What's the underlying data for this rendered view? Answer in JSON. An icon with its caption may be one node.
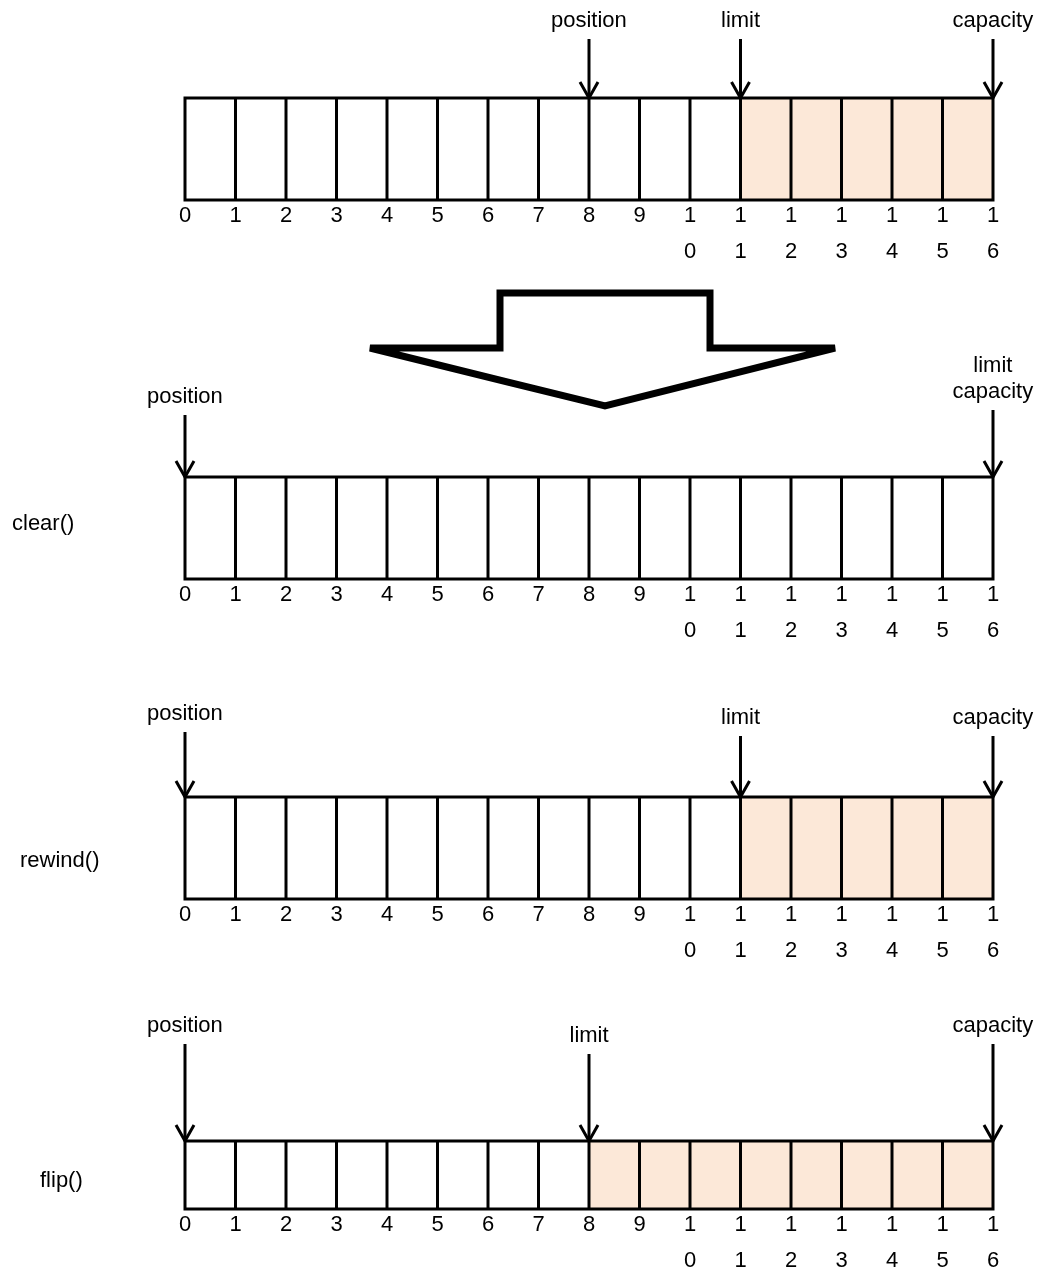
{
  "diagram": {
    "nodes": [
      {
        "text": [
          "position"
        ]
      },
      {
        "text": [
          "limit"
        ]
      },
      {
        "text": [
          "capacity"
        ]
      },
      {
        "text": [],
        "shape": "bar",
        "beside": [
          "0",
          "1",
          "2",
          "3",
          "4",
          "5",
          "6",
          "7",
          "8",
          "9",
          "10",
          "11",
          "12",
          "13",
          "14",
          "15",
          "16"
        ]
      },
      {
        "text": [
          "position"
        ]
      },
      {
        "text": [
          "limit",
          "capacity"
        ]
      },
      {
        "text": [],
        "shape": "bar",
        "beside": [
          "0",
          "1",
          "2",
          "3",
          "4",
          "5",
          "6",
          "7",
          "8",
          "9",
          "10",
          "11",
          "12",
          "13",
          "14",
          "15",
          "16"
        ]
      },
      {
        "text": [
          "position"
        ]
      },
      {
        "text": [
          "limit"
        ]
      },
      {
        "text": [
          "capacity"
        ]
      },
      {
        "text": [],
        "shape": "bar",
        "beside": [
          "0",
          "1",
          "2",
          "3",
          "4",
          "5",
          "6",
          "7",
          "8",
          "9",
          "10",
          "11",
          "12",
          "13",
          "14",
          "15",
          "16"
        ]
      },
      {
        "text": [
          "position"
        ]
      },
      {
        "text": [
          "limit"
        ]
      },
      {
        "text": [
          "capacity"
        ]
      },
      {
        "text": [],
        "shape": "bar",
        "beside": [
          "0",
          "1",
          "2",
          "3",
          "4",
          "5",
          "6",
          "7",
          "8",
          "9",
          "10",
          "11",
          "12",
          "13",
          "14",
          "15",
          "16"
        ]
      }
    ],
    "edges": [
      {
        "from": 0,
        "to": 3,
        "arrow": "to"
      },
      {
        "from": 1,
        "to": 3,
        "arrow": "to"
      },
      {
        "from": 2,
        "to": 3,
        "arrow": "to"
      },
      {
        "from": 3,
        "to": 6,
        "arrow": "to",
        "style": "thick"
      },
      {
        "from": 4,
        "to": 6,
        "arrow": "to"
      },
      {
        "from": 5,
        "to": 6,
        "arrow": "to"
      },
      {
        "from": 7,
        "to": 10,
        "arrow": "to"
      },
      {
        "from": 8,
        "to": 10,
        "arrow": "to"
      },
      {
        "from": 9,
        "to": 10,
        "arrow": "to"
      },
      {
        "from": 11,
        "to": 14,
        "arrow": "to"
      },
      {
        "from": 12,
        "to": 14,
        "arrow": "to"
      },
      {
        "from": 13,
        "to": 14,
        "arrow": "to"
      }
    ],
    "labels": [
      "clear()",
      "rewind()",
      "flip()"
    ]
  }
}
